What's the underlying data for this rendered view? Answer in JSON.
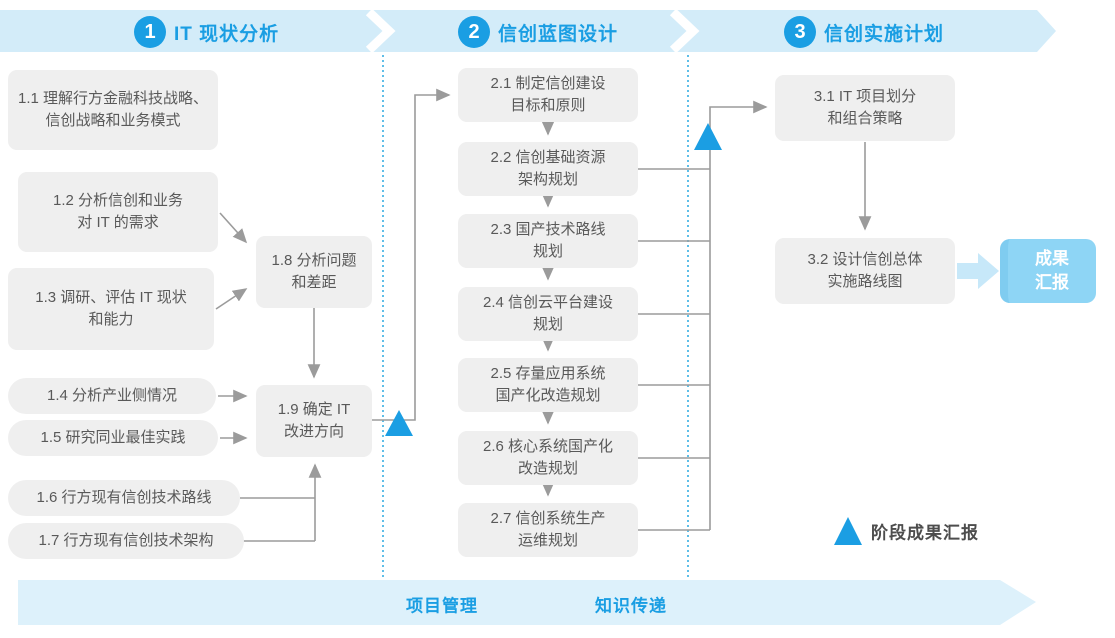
{
  "phases": [
    {
      "number": "1",
      "title": "IT 现状分析",
      "steps": [
        "1.1 理解行方金融科技战略、\n信创战略和业务模式",
        "1.2 分析信创和业务\n对 IT 的需求",
        "1.3 调研、评估 IT 现状\n和能力",
        "1.4 分析产业侧情况",
        "1.5 研究同业最佳实践",
        "1.6 行方现有信创技术路线",
        "1.7 行方现有信创技术架构",
        "1.8 分析问题\n和差距",
        "1.9 确定 IT\n改进方向"
      ]
    },
    {
      "number": "2",
      "title": "信创蓝图设计",
      "steps": [
        "2.1 制定信创建设\n目标和原则",
        "2.2 信创基础资源\n架构规划",
        "2.3 国产技术路线\n规划",
        "2.4 信创云平台建设\n规划",
        "2.5 存量应用系统\n国产化改造规划",
        "2.6 核心系统国产化\n改造规划",
        "2.7 信创系统生产\n运维规划"
      ]
    },
    {
      "number": "3",
      "title": "信创实施计划",
      "steps": [
        "3.1 IT 项目划分\n和组合策略",
        "3.2 设计信创总体\n实施路线图"
      ]
    }
  ],
  "result_box": {
    "label": "成果\n汇报"
  },
  "legend": {
    "label": "阶段成果汇报"
  },
  "bottom_band": {
    "items": [
      "项目管理",
      "知识传递"
    ]
  },
  "colors": {
    "accent_blue": "#1a9ee3",
    "band_blue": "#d3ecf9",
    "bottom_band_blue": "#ddf1fb",
    "box_gray": "#efefef",
    "box_text": "#595959",
    "line_gray": "#9b9b9b",
    "result_blue": "#8ed5f5",
    "triangle_blue": "#1b9ee3"
  }
}
